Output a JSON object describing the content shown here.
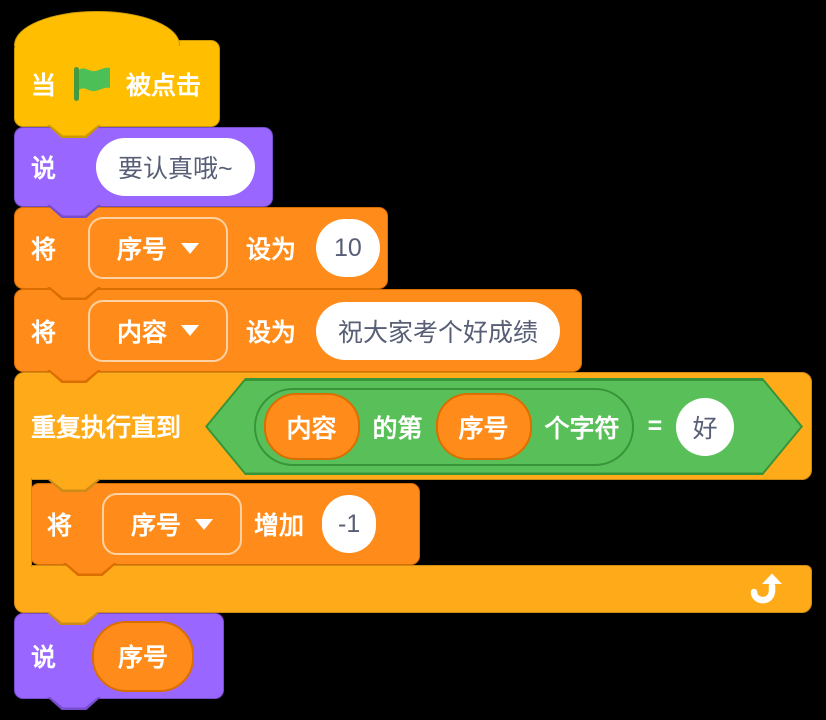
{
  "colors": {
    "events": "#FFBF00",
    "events_border": "#CC9900",
    "looks": "#9966FF",
    "looks_border": "#774DCB",
    "variables": "#FF8C1A",
    "variables_border": "#DB6E00",
    "control": "#FFAB19",
    "control_border": "#CF8B17",
    "operators": "#59C059",
    "operators_border": "#389438",
    "input_text": "#575E75",
    "flag_green": "#4CBF56",
    "flag_pole": "#45993F"
  },
  "blocks": {
    "when_flag_clicked": {
      "prefix": "当",
      "suffix": "被点击",
      "icon": "green-flag-icon"
    },
    "say_greeting": {
      "label": "说",
      "message": "要认真哦~"
    },
    "set_serial": {
      "label": "将",
      "variable": "序号",
      "verb": "设为",
      "value": "10"
    },
    "set_content": {
      "label": "将",
      "variable": "内容",
      "verb": "设为",
      "value": "祝大家考个好成绩"
    },
    "repeat_until": {
      "label": "重复执行直到",
      "condition": {
        "left": {
          "operand": "内容",
          "mid": "的第",
          "index": "序号",
          "suffix": "个字符"
        },
        "operator": "=",
        "right": "好"
      },
      "icon": "loop-arrow-icon"
    },
    "change_serial": {
      "label": "将",
      "variable": "序号",
      "verb": "增加",
      "value": "-1"
    },
    "say_serial": {
      "label": "说",
      "variable": "序号"
    }
  }
}
